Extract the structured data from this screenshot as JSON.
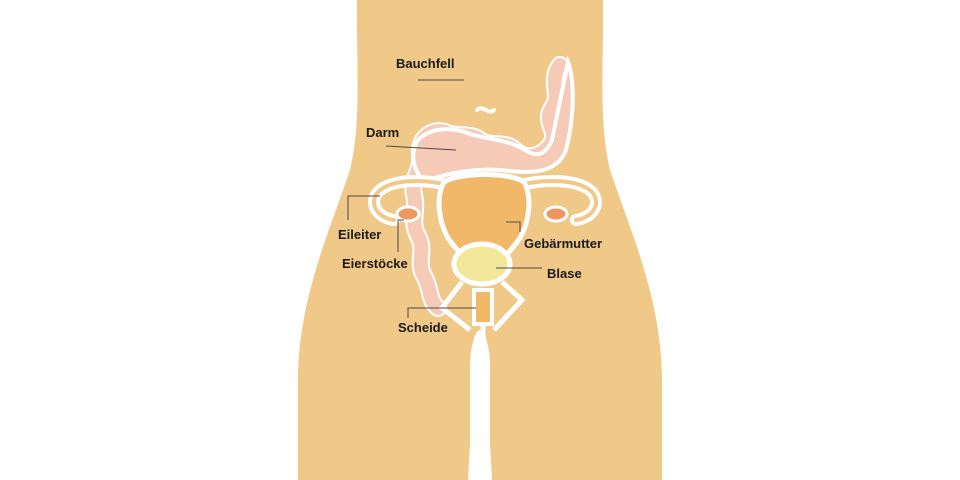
{
  "labels": {
    "bauchfell": "Bauchfell",
    "darm": "Darm",
    "eileiter": "Eileiter",
    "eierstoecke": "Eierstöcke",
    "gebaermutter": "Gebärmutter",
    "blase": "Blase",
    "scheide": "Scheide"
  },
  "colors": {
    "skin": "#f0c888",
    "bowel": "#f5cbb8",
    "uterus": "#f0b868",
    "bladder": "#f3e89a",
    "ovary": "#ee9560",
    "outline": "#ffffff",
    "leader": "#4a4a4a"
  }
}
